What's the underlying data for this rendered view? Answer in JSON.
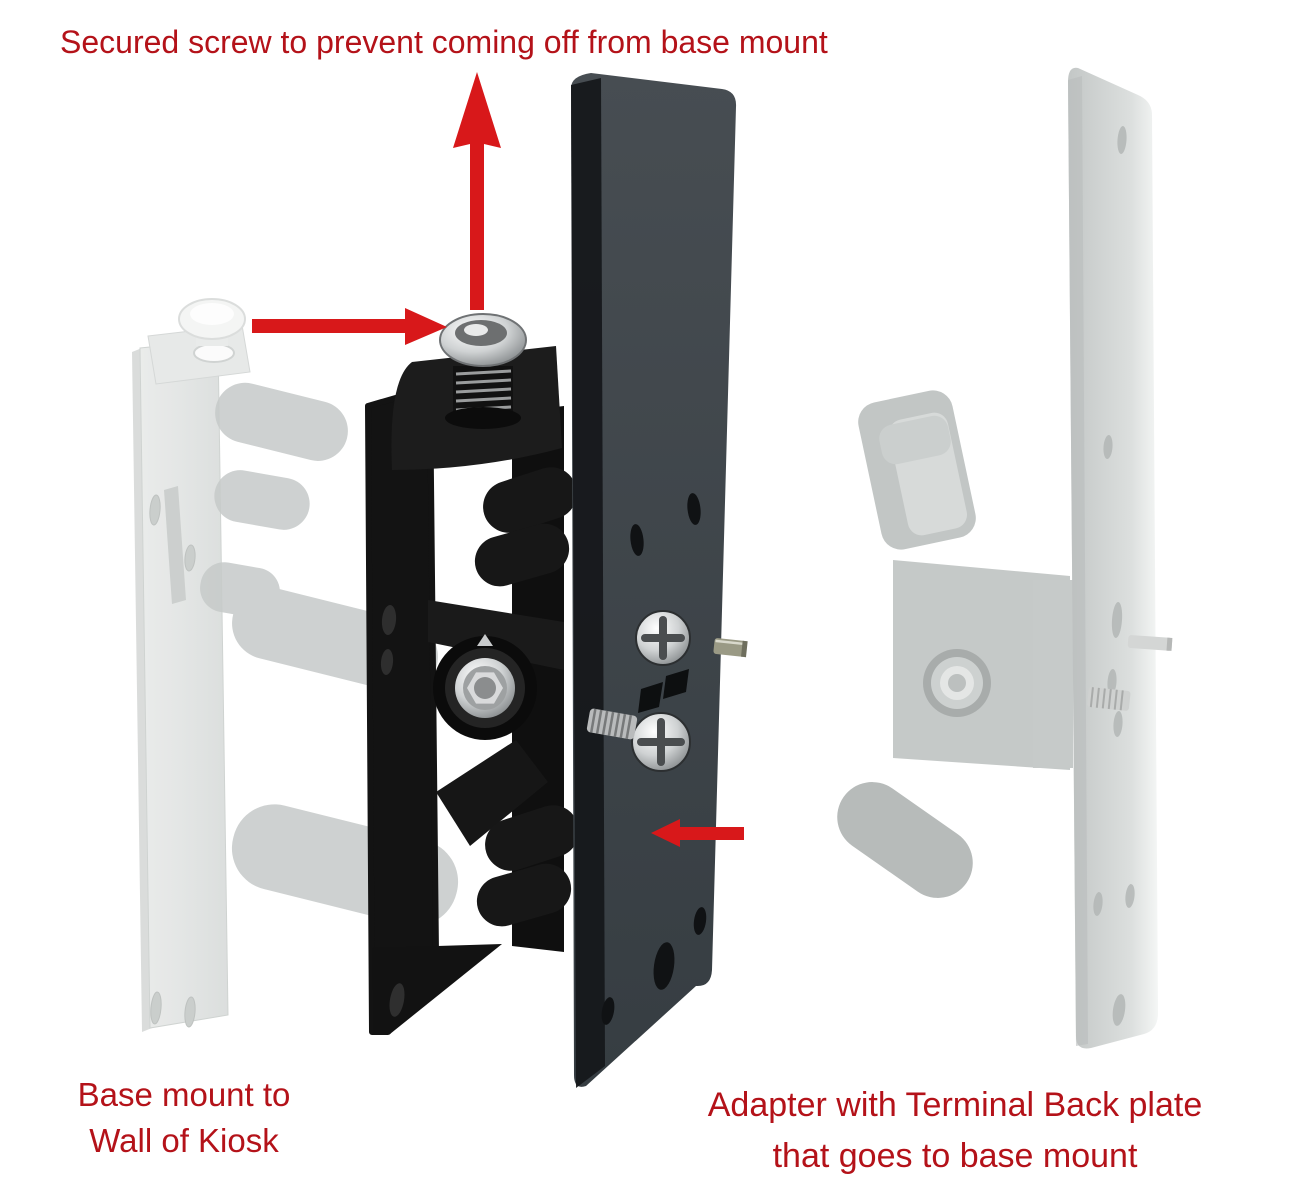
{
  "annotations": {
    "top": "Secured screw to prevent coming off from base mount",
    "bottom_left": {
      "line1": "Base mount to",
      "line2": "Wall of Kiosk"
    },
    "bottom_right": {
      "line1": "Adapter with Terminal Back plate",
      "line2": "that goes to base mount"
    }
  },
  "arrows": [
    {
      "name": "up-arrow",
      "direction": "up"
    },
    {
      "name": "right-arrow",
      "direction": "right"
    },
    {
      "name": "left-arrow",
      "direction": "left"
    }
  ],
  "colors": {
    "annotation_text": "#b41219",
    "arrow": "#d8181a",
    "back_plate_dark": "#3e454a",
    "bracket_black": "#141414",
    "ghost_gray": "#c9cdcb",
    "chrome": "#c7c9ca",
    "background": "#ffffff"
  }
}
